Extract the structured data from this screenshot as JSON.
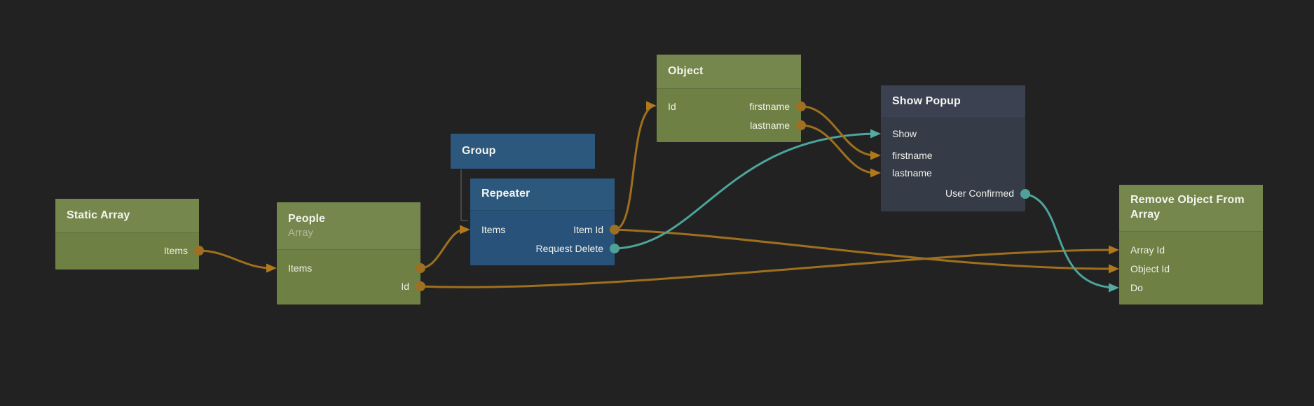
{
  "canvas": {
    "background": "#232222"
  },
  "colors": {
    "wire_data": "#9e701d",
    "wire_signal": "#4da49b",
    "dot_data": "#9d7023",
    "dot_signal": "#4fa198",
    "arrow_data": "#b0791c",
    "arrow_signal": "#55aaa1",
    "hierarchy_line": "#525252"
  },
  "node_styles": {
    "data": {
      "header": "#75874c",
      "body": "#6e8043"
    },
    "visual": {
      "header": "#2c587e",
      "body": "#29527a"
    },
    "component": {
      "header": "#3b4150",
      "body": "#353b47"
    }
  },
  "nodes": [
    {
      "id": "static-array",
      "title": "Static Array",
      "kind": "data",
      "rows": [
        {
          "right": {
            "label": "Items",
            "port": "data",
            "dot": true
          }
        }
      ]
    },
    {
      "id": "people",
      "title": "People",
      "subtitle": "Array",
      "kind": "data",
      "rows": [
        {
          "left": {
            "label": "Items"
          },
          "right": {
            "label": "",
            "port": "data",
            "dot": true
          }
        },
        {
          "right": {
            "label": "Id",
            "port": "data",
            "dot": true
          }
        }
      ]
    },
    {
      "id": "group",
      "title": "Group",
      "kind": "visual",
      "rows": []
    },
    {
      "id": "repeater",
      "title": "Repeater",
      "kind": "visual",
      "rows": [
        {
          "left": {
            "label": "Items"
          },
          "right": {
            "label": "Item Id",
            "port": "data",
            "dot": true
          }
        },
        {
          "right": {
            "label": "Request Delete",
            "port": "signal",
            "dot": true
          }
        }
      ]
    },
    {
      "id": "object",
      "title": "Object",
      "kind": "data",
      "rows": [
        {
          "left": {
            "label": "Id"
          },
          "right": {
            "label": "firstname",
            "port": "data",
            "dot": true
          }
        },
        {
          "right": {
            "label": "lastname",
            "port": "data",
            "dot": true
          }
        }
      ]
    },
    {
      "id": "show-popup",
      "title": "Show Popup",
      "kind": "component",
      "rows": [
        {
          "left": {
            "label": "Show"
          }
        },
        {
          "left": {
            "label": "firstname"
          }
        },
        {
          "left": {
            "label": "lastname"
          }
        },
        {
          "right": {
            "label": "User Confirmed",
            "port": "signal",
            "dot": true
          }
        }
      ]
    },
    {
      "id": "remove-object-from-array",
      "title": "Remove Object From Array",
      "kind": "data",
      "rows": [
        {
          "left": {
            "label": "Array Id"
          }
        },
        {
          "left": {
            "label": "Object Id"
          }
        },
        {
          "left": {
            "label": "Do"
          }
        }
      ]
    }
  ],
  "connections": [
    {
      "from": "static-array.Items",
      "to": "people.Items",
      "type": "data"
    },
    {
      "from": "people.Items",
      "to": "repeater.Items",
      "type": "data"
    },
    {
      "from": "people.Id",
      "to": "remove-object-from-array.Array Id",
      "type": "data"
    },
    {
      "from": "repeater.Item Id",
      "to": "object.Id",
      "type": "data"
    },
    {
      "from": "repeater.Item Id",
      "to": "remove-object-from-array.Object Id",
      "type": "data"
    },
    {
      "from": "repeater.Request Delete",
      "to": "show-popup.Show",
      "type": "signal"
    },
    {
      "from": "object.firstname",
      "to": "show-popup.firstname",
      "type": "data"
    },
    {
      "from": "object.lastname",
      "to": "show-popup.lastname",
      "type": "data"
    },
    {
      "from": "show-popup.User Confirmed",
      "to": "remove-object-from-array.Do",
      "type": "signal"
    }
  ],
  "hierarchy": [
    {
      "parent": "group",
      "child": "repeater"
    }
  ]
}
